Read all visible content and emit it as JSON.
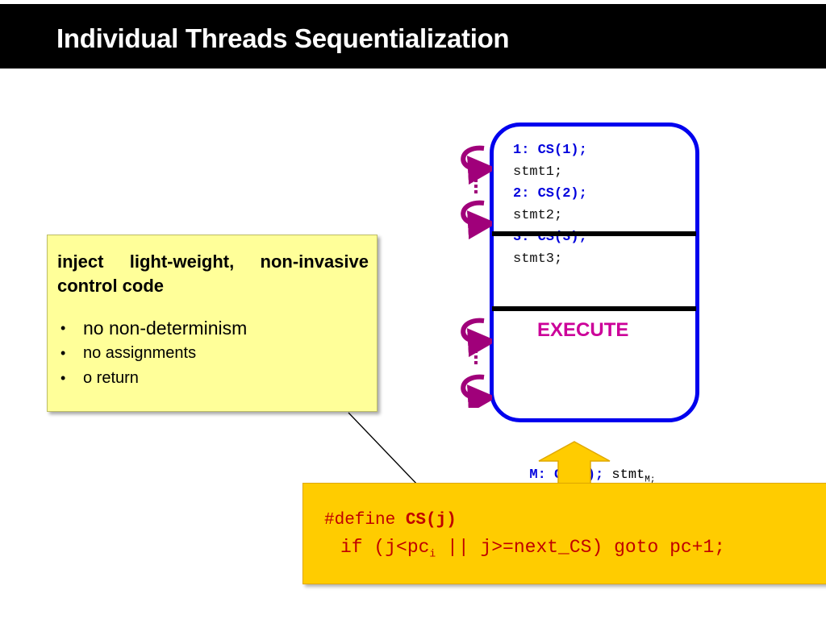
{
  "slide": {
    "title": "Individual Threads Sequentialization"
  },
  "thread": {
    "lines": [
      {
        "text": "1: CS(1);",
        "style": "blue"
      },
      {
        "text": "stmt1;",
        "style": "plain"
      },
      {
        "text": "2: CS(2);",
        "style": "blue"
      },
      {
        "text": "stmt2;",
        "style": "plain"
      },
      {
        "text": "3: CS(3);",
        "style": "blue"
      },
      {
        "text": "stmt3;",
        "style": "plain"
      }
    ],
    "execute_label": "EXECUTE",
    "m_label": "M: CS(M);",
    "m_stmt": " stmt",
    "m_sub": "M;"
  },
  "note": {
    "heading": "inject light-weight, non-invasive control code",
    "bullets": [
      "no non-determinism",
      "no assignments",
      "o return"
    ]
  },
  "define": {
    "line1_prefix": "#define ",
    "line1_macro": "CS(j)",
    "line2_a": "if (j<pc",
    "line2_sub": "i",
    "line2_b": " || j>=next_CS) goto pc+1;"
  },
  "colors": {
    "box_border": "#0000ee",
    "execute": "#cc0099",
    "loop_arrows": "#a0007a",
    "note_bg": "#ffff99",
    "define_bg": "#ffcc00"
  }
}
